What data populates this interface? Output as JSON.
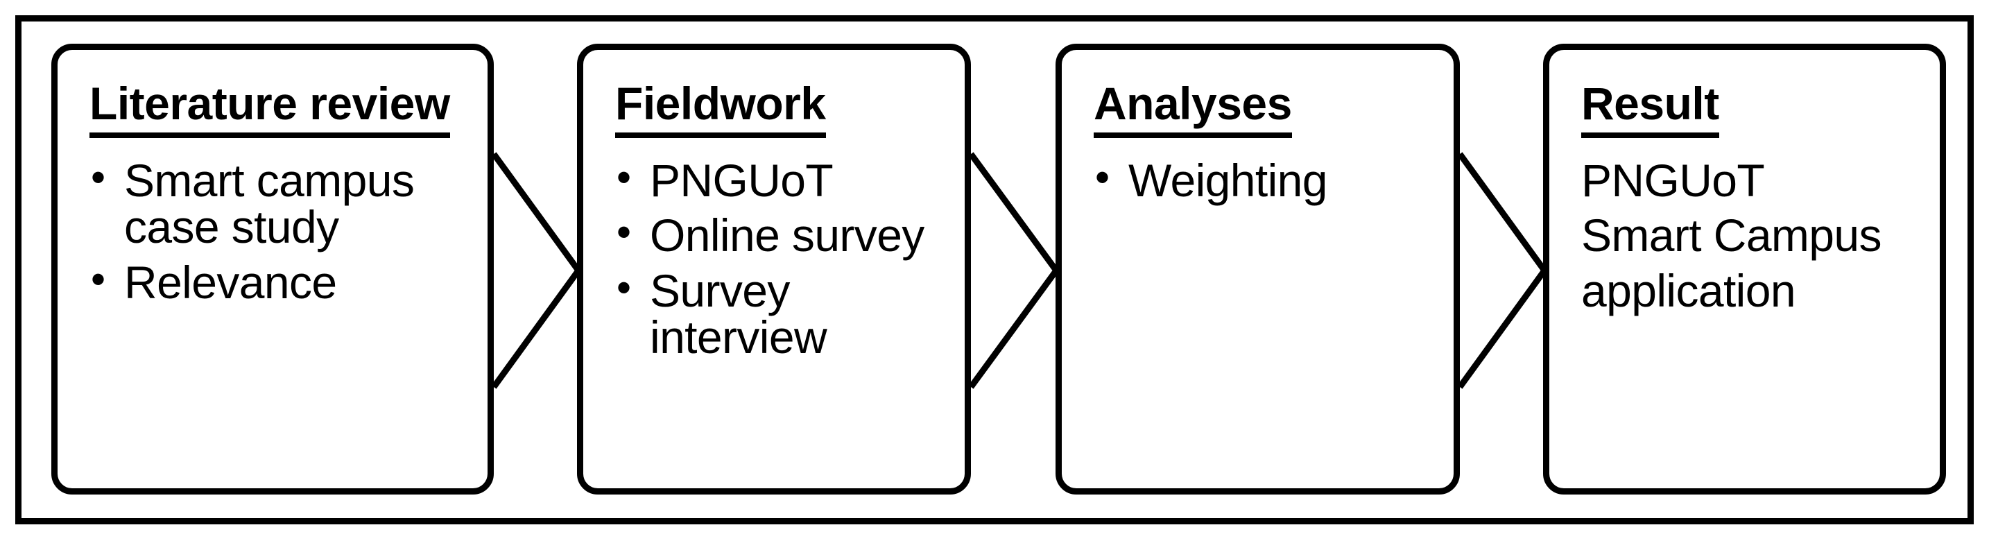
{
  "diagram": {
    "type": "flowchart",
    "orientation": "horizontal",
    "title": "",
    "frame": {
      "border_color": "#000000",
      "background": "#ffffff"
    },
    "colors": {
      "stroke": "#000000",
      "fill": "#ffffff",
      "text": "#000000"
    },
    "stages": [
      {
        "id": "literature-review",
        "title": "Literature review",
        "list_style": "bullet",
        "items": [
          "Smart campus case study",
          "Relevance"
        ]
      },
      {
        "id": "fieldwork",
        "title": "Fieldwork",
        "list_style": "bullet",
        "items": [
          "PNGUoT",
          "Online survey",
          "Survey interview"
        ]
      },
      {
        "id": "analyses",
        "title": "Analyses",
        "list_style": "bullet",
        "items": [
          "Weighting"
        ]
      },
      {
        "id": "result",
        "title": "Result",
        "list_style": "plain",
        "items": [
          "PNGUoT",
          "Smart Campus",
          "application"
        ]
      }
    ],
    "connectors": [
      {
        "id": "connector-1",
        "from": "literature-review",
        "to": "fieldwork",
        "shape": "chevron"
      },
      {
        "id": "connector-2",
        "from": "fieldwork",
        "to": "analyses",
        "shape": "chevron"
      },
      {
        "id": "connector-3",
        "from": "analyses",
        "to": "result",
        "shape": "chevron"
      }
    ]
  }
}
